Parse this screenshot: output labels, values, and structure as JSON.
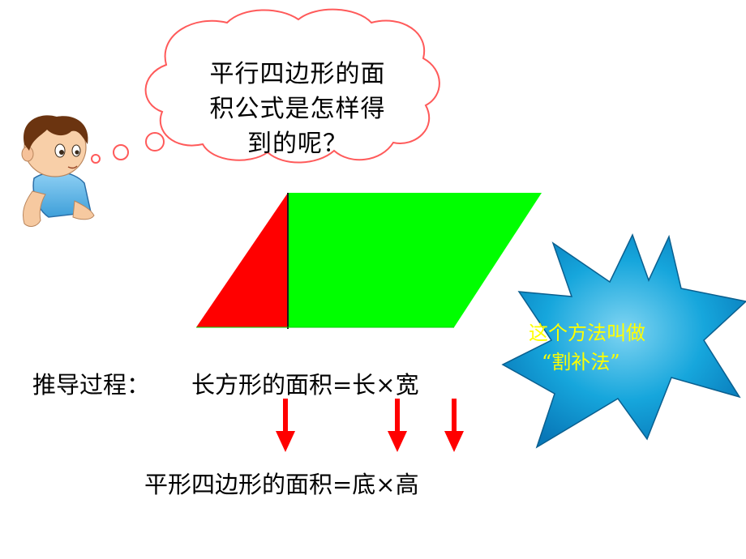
{
  "thought_bubble": {
    "lines": [
      "平行四边形的面",
      "积公式是怎样得",
      "到的呢？"
    ]
  },
  "derivation": {
    "label": "推导过程：",
    "rectangle_formula": "长方形的面积=长×宽",
    "parallelogram_formula": "平形四边形的面积=底×高"
  },
  "method_note": {
    "line1": "这个方法叫做",
    "line2": "“割补法”"
  },
  "colors": {
    "cut_triangle": "#ff0000",
    "rectangle_part": "#00ff00",
    "burst_fill": "#0a9fd8",
    "burst_text": "#ffff00",
    "arrow": "#ff0000"
  },
  "icons": {
    "character": "boy-thinking-icon",
    "bubble": "thought-bubble-icon",
    "burst": "starburst-icon"
  }
}
